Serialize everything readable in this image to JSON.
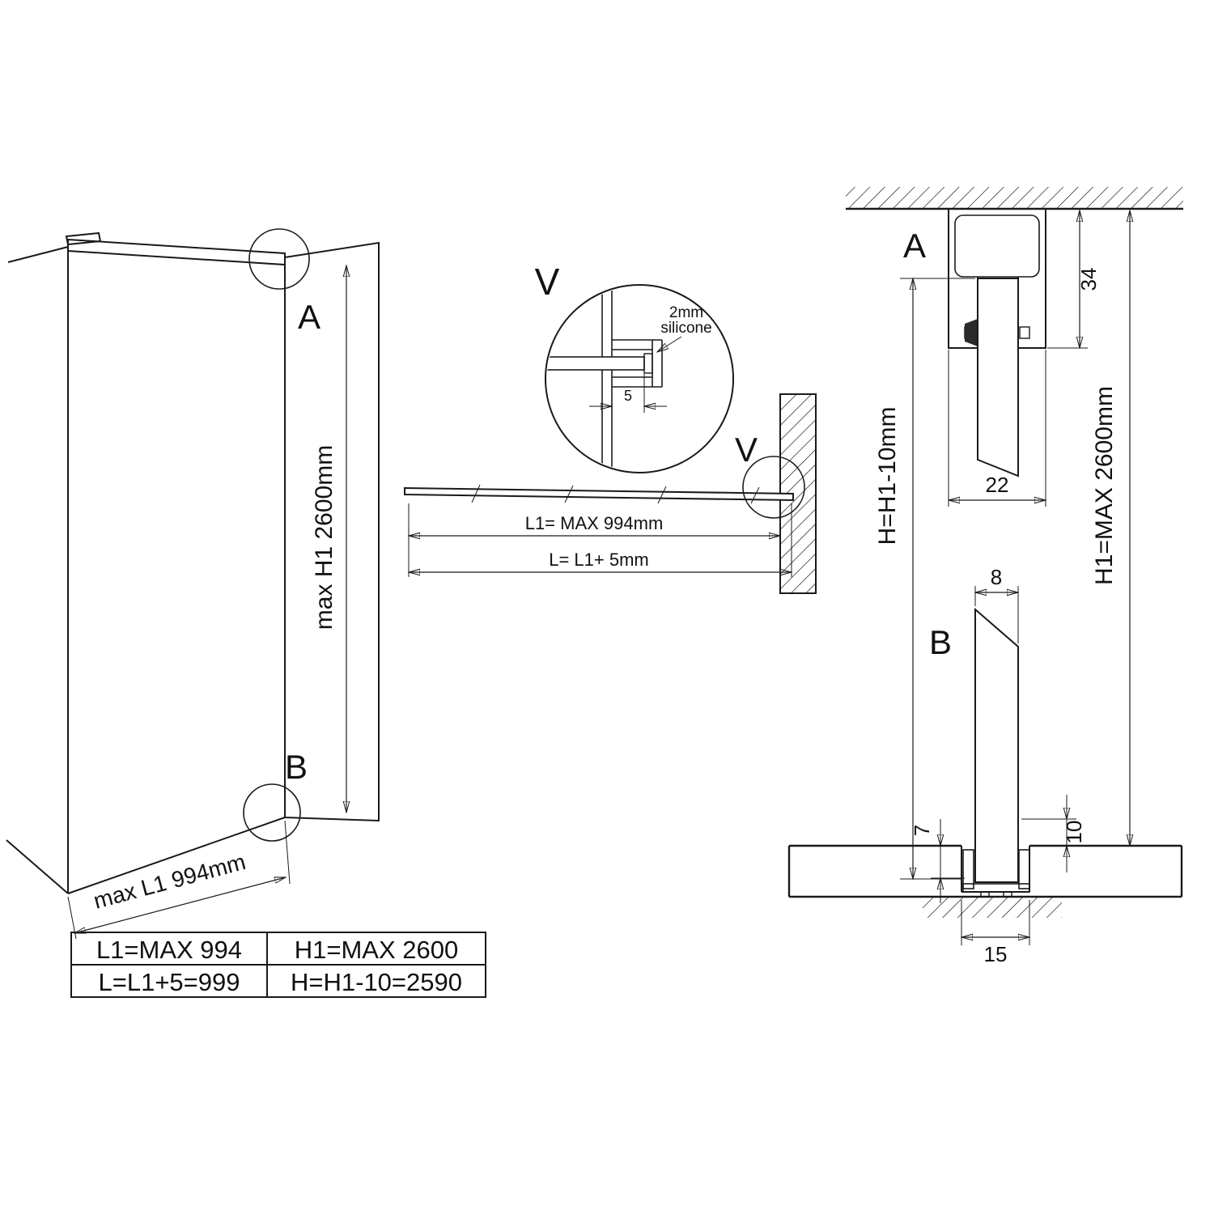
{
  "colors": {
    "glass": "#0bdce6",
    "line": "#1a1a1a"
  },
  "left_view": {
    "label_a": "A",
    "label_b": "B",
    "dim_h": "max H1 2600mm",
    "dim_l": "max L1 994mm"
  },
  "spec_table": {
    "rows": [
      [
        "L1=MAX 994",
        "H1=MAX 2600"
      ],
      [
        "L=L1+5=999",
        "H=H1-10=2590"
      ]
    ]
  },
  "top_view": {
    "dim_l1": "L1= MAX 994mm",
    "dim_l": "L= L1+ 5mm",
    "detail_ref": "V",
    "detail_label": "V",
    "silicone_line1": "2mm",
    "silicone_line2": "silicone",
    "dim_insertion": "5"
  },
  "section_a": {
    "label": "A",
    "dim_height": "34",
    "dim_width": "22"
  },
  "section_b": {
    "label": "B",
    "dim_glass": "8",
    "dim_recess": "7",
    "dim_gap": "10",
    "dim_width": "15"
  },
  "height_dims": {
    "h": "H=H1-10mm",
    "h1": "H1=MAX 2600mm"
  }
}
